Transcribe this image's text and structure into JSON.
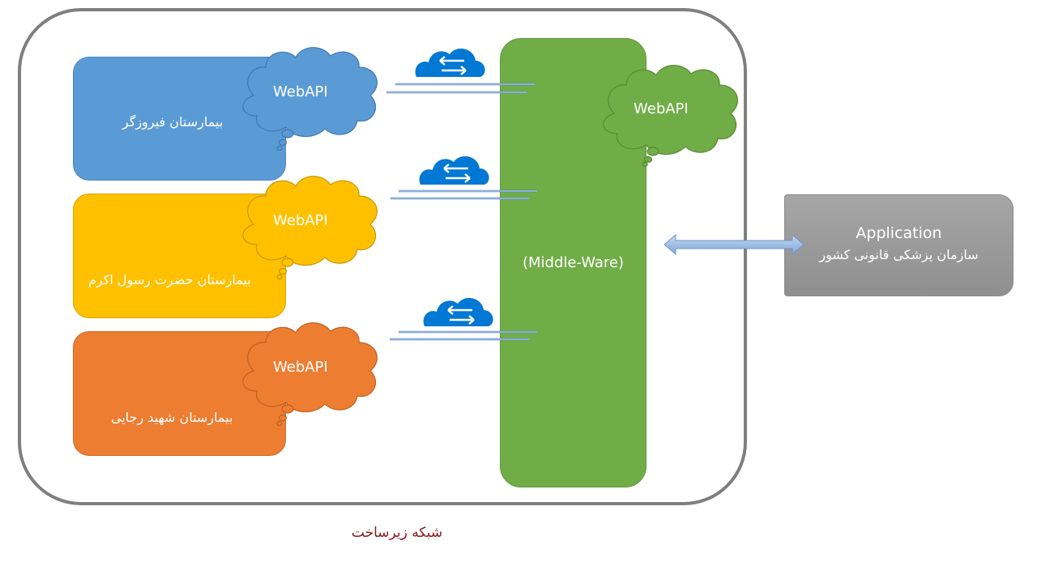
{
  "colors": {
    "blue": "#5b9bd5",
    "yellow": "#ffc000",
    "orange": "#ed7d31",
    "green": "#70ad47",
    "gray": "#a6a6a6",
    "icon_blue": "#0078d4",
    "caption": "#8b1a1a"
  },
  "hospitals": [
    {
      "label": "بیمارستان فیروزگر",
      "api": "WebAPI"
    },
    {
      "label": "بیمارستان حضرت رسول اکرم",
      "api": "WebAPI"
    },
    {
      "label": "بیمارستان شهید رجایی",
      "api": "WebAPI"
    }
  ],
  "middleware": {
    "label": "(Middle-Ware)",
    "api": "WebAPI"
  },
  "application": {
    "title": "Application",
    "subtitle": "سازمان پزشکی قانونی کشور"
  },
  "caption": "شبکه زیرساخت",
  "icons": [
    "cloud-exchange-icon",
    "cloud-exchange-icon",
    "cloud-exchange-icon",
    "double-arrow-icon"
  ]
}
